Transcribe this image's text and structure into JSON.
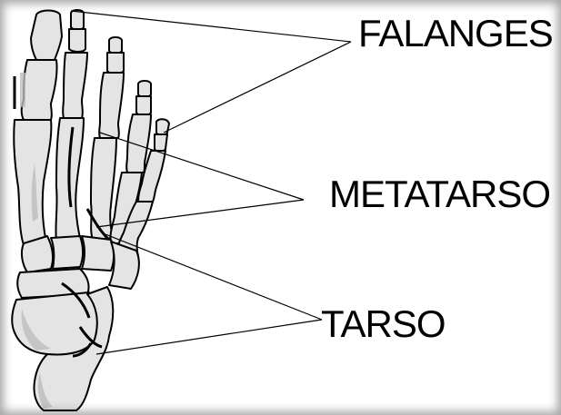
{
  "diagram": {
    "labels": {
      "falanges": "FALANGES",
      "metatarso": "METATARSO",
      "tarso": "TARSO"
    }
  },
  "colors": {
    "bone_fill": "#e4e4e4",
    "bone_shade": "#bdbdbd",
    "outline": "#000000",
    "background": "#ffffff"
  }
}
